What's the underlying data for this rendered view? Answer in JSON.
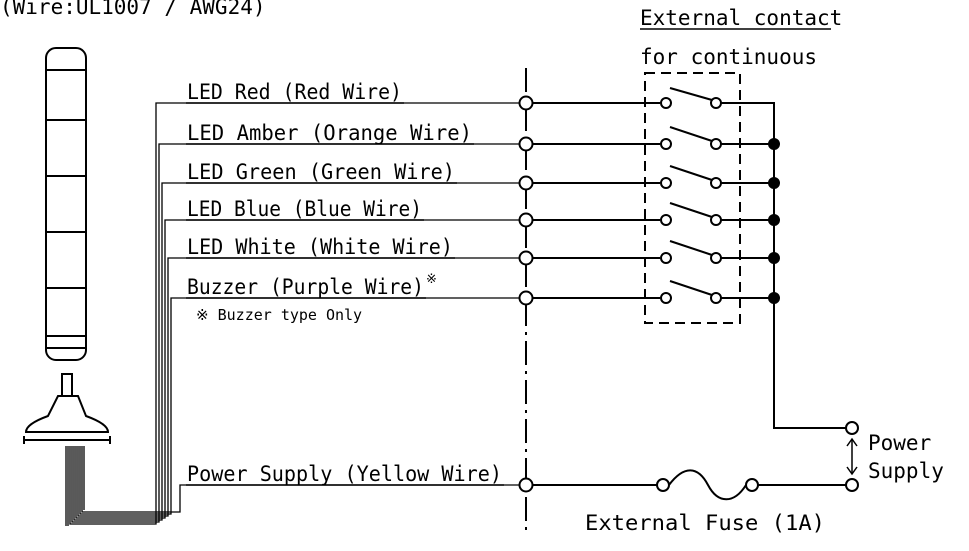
{
  "header": {
    "wire_spec": "(Wire:UL1007 / AWG24)"
  },
  "contact_box": {
    "title_line1": "External contact",
    "title_line2": "for continuous"
  },
  "wires": [
    {
      "label": "LED Red (Red Wire)"
    },
    {
      "label": "LED Amber (Orange Wire)"
    },
    {
      "label": "LED Green (Green Wire)"
    },
    {
      "label": "LED Blue (Blue Wire)"
    },
    {
      "label": "LED White (White Wire)"
    },
    {
      "label": "Buzzer (Purple Wire)"
    }
  ],
  "buzzer_note": {
    "mark": "※",
    "text": "※ Buzzer type Only"
  },
  "power_wire": {
    "label": "Power Supply (Yellow Wire)"
  },
  "fuse": {
    "label": "External Fuse (1A)"
  },
  "power_supply": {
    "line1": "Power",
    "line2": "Supply"
  }
}
